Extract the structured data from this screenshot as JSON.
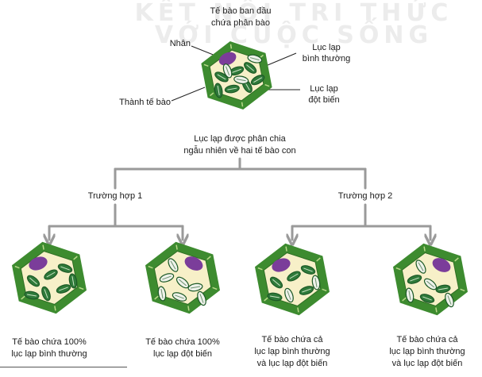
{
  "watermark": {
    "line1": "KẾT NỐI TRI THỨC",
    "line2": "VỚI CUỘC SỐNG"
  },
  "top_cell": {
    "title_line1": "Tế bào ban đầu",
    "title_line2": "chứa phân bào",
    "nucleus_label": "Nhân",
    "normal_chloroplast_line1": "Lục lạp",
    "normal_chloroplast_line2": "bình thường",
    "mutant_chloroplast_line1": "Lục lạp",
    "mutant_chloroplast_line2": "đột biến",
    "wall_label": "Thành tế bào"
  },
  "division": {
    "line1": "Lục lạp được phân chia",
    "line2": "ngẫu nhiên về hai tế bào con"
  },
  "cases": [
    {
      "label": "Trường hợp 1"
    },
    {
      "label": "Trường hợp 2"
    }
  ],
  "daughter_cells": [
    {
      "line1": "Tế bào chứa 100%",
      "line2": "lục lạp bình thường",
      "line3": ""
    },
    {
      "line1": "Tế bào chứa 100%",
      "line2": "lục lạp đột biến",
      "line3": ""
    },
    {
      "line1": "Tế bào chứa cả",
      "line2": "lục lạp bình thường",
      "line3": "và lục lạp đột biến"
    },
    {
      "line1": "Tế bào chứa cả",
      "line2": "lục lạp bình thường",
      "line3": "và lục lạp đột biến"
    }
  ],
  "colors": {
    "cell_wall": "#3d8b2f",
    "cytoplasm": "#f7f0c8",
    "normal_chloroplast": "#2f7a3a",
    "mutant_chloroplast": "#eef2ea",
    "nucleus": "#7b3d9a",
    "arrow": "#9a9a9a"
  }
}
